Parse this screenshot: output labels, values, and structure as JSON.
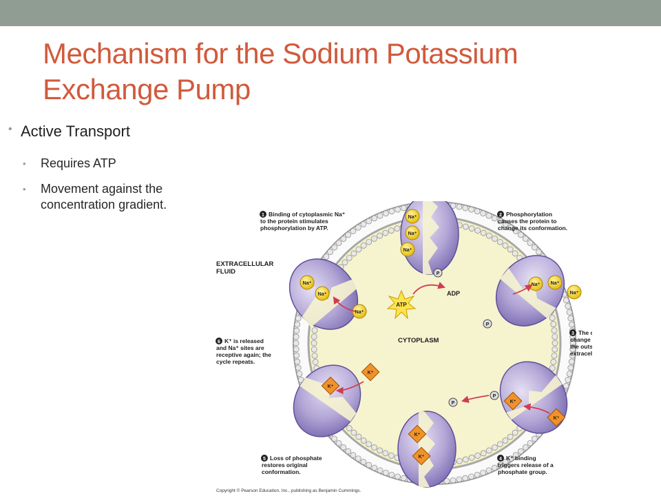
{
  "slide": {
    "title": "Mechanism for the Sodium Potassium Exchange Pump",
    "bullets": [
      {
        "text": "Active Transport",
        "sub": [
          {
            "text": "Requires ATP"
          },
          {
            "text": "Movement against the concentration gradient."
          }
        ]
      }
    ]
  },
  "figure": {
    "labels": {
      "extracellular": [
        "EXTRACELLULAR",
        "FLUID"
      ],
      "cytoplasm": "CYTOPLASM",
      "atp": "ATP",
      "adp": "ADP",
      "p": "P",
      "na": "Na⁺",
      "k": "K⁺"
    },
    "steps": [
      {
        "num": "1",
        "lines": [
          "Binding of cytoplasmic Na⁺",
          "to the protein stimulates",
          "phosphorylation by ATP."
        ]
      },
      {
        "num": "2",
        "lines": [
          "Phosphorylation",
          "causes the protein to",
          "change its conformation."
        ]
      },
      {
        "num": "3",
        "lines": [
          "The conformational",
          "change expels Na⁺ to",
          "the outside, and",
          "extracellular K⁺ binds."
        ]
      },
      {
        "num": "4",
        "lines": [
          "K⁺ binding",
          "triggers release of a",
          "phosphate group."
        ]
      },
      {
        "num": "5",
        "lines": [
          "Loss of phosphate",
          "restores original",
          "conformation."
        ]
      },
      {
        "num": "6",
        "lines": [
          "K⁺ is released",
          "and Na⁺ sites are",
          "receptive again; the",
          "cycle repeats."
        ]
      }
    ],
    "copyright": "Copyright © Pearson Education, Inc., publishing as Benjamin Cummings."
  }
}
